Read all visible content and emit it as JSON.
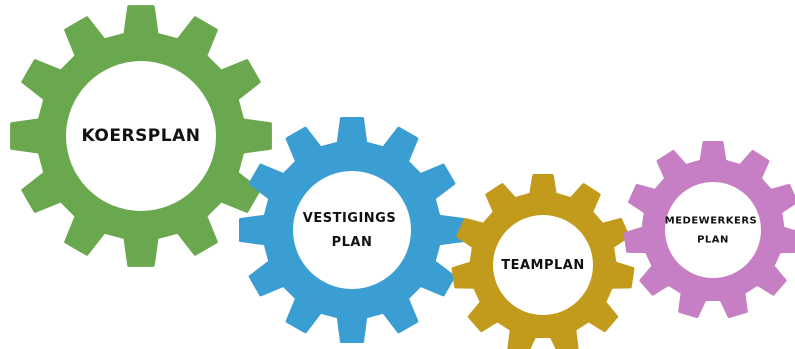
{
  "diagram": {
    "gears": [
      {
        "id": "koersplan",
        "lines": [
          "KOERSPLAN"
        ],
        "color": "#6aa84f"
      },
      {
        "id": "vestigingsplan",
        "lines": [
          "VESTIGINGS",
          "PLAN"
        ],
        "color": "#3b9ed3"
      },
      {
        "id": "teamplan",
        "lines": [
          "TEAMPLAN"
        ],
        "color": "#c29b1d"
      },
      {
        "id": "medewerkersplan",
        "lines": [
          "MEDEWERKERS",
          "PLAN"
        ],
        "color": "#c67fc4"
      }
    ]
  }
}
